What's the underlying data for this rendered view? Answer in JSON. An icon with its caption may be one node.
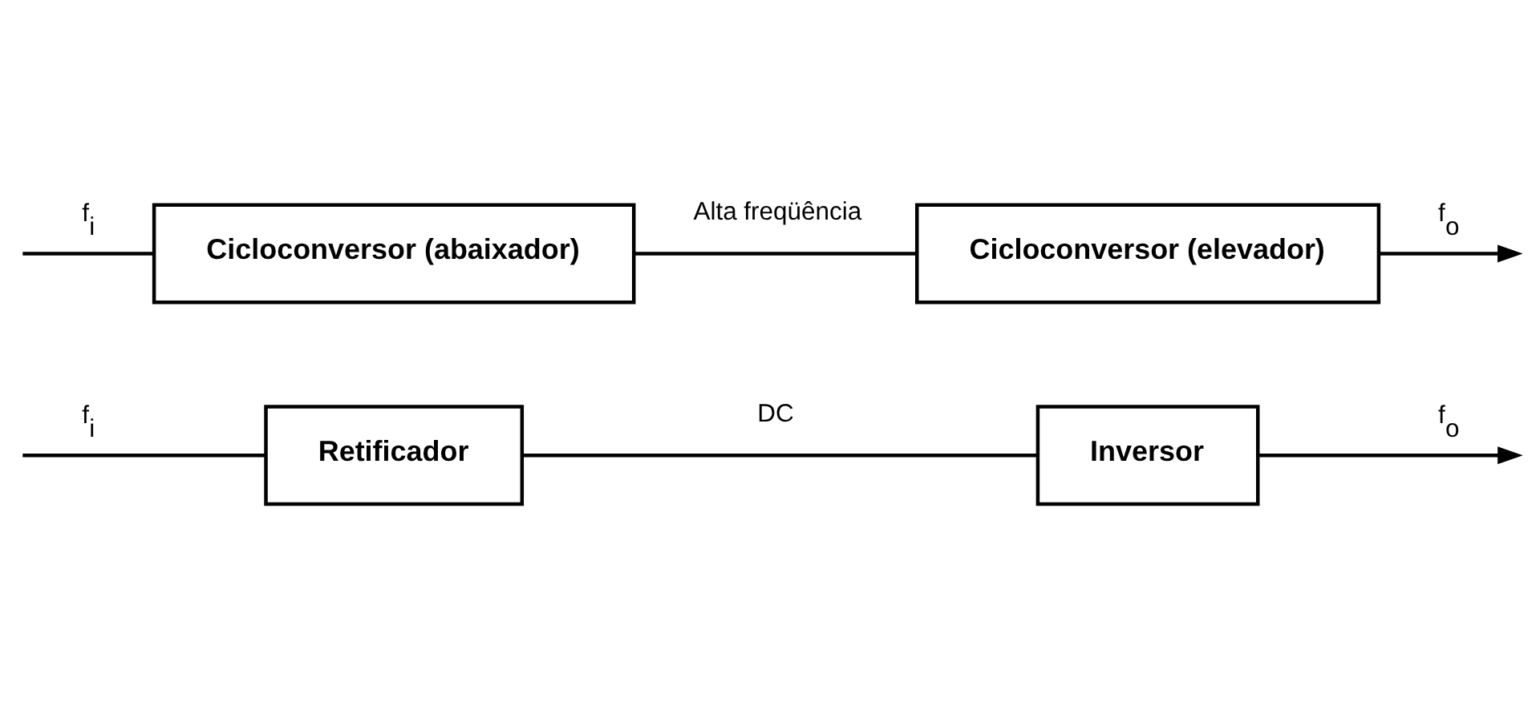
{
  "diagram": {
    "nodes": [
      {
        "text": [
          "Retificador"
        ]
      },
      {
        "text": [
          "Inversor"
        ]
      },
      {
        "text": [
          "Cicloconversor (abaixador)"
        ]
      },
      {
        "text": [
          "Cicloconversor (elevador)"
        ]
      }
    ],
    "edges": [
      {
        "from": null,
        "to": 0,
        "arrow": "none",
        "label": "f$_{i}$"
      },
      {
        "from": 0,
        "to": 1,
        "arrow": "none",
        "label": "DC"
      },
      {
        "from": 1,
        "to": null,
        "arrow": "to",
        "label": "f$_{o}$"
      },
      {
        "from": null,
        "to": 2,
        "arrow": "none",
        "label": "f$_{i}$"
      },
      {
        "from": 2,
        "to": 3,
        "arrow": "none",
        "label": "Alta freqüência"
      },
      {
        "from": 3,
        "to": null,
        "arrow": "to",
        "label": "f$_{o}$"
      }
    ]
  }
}
